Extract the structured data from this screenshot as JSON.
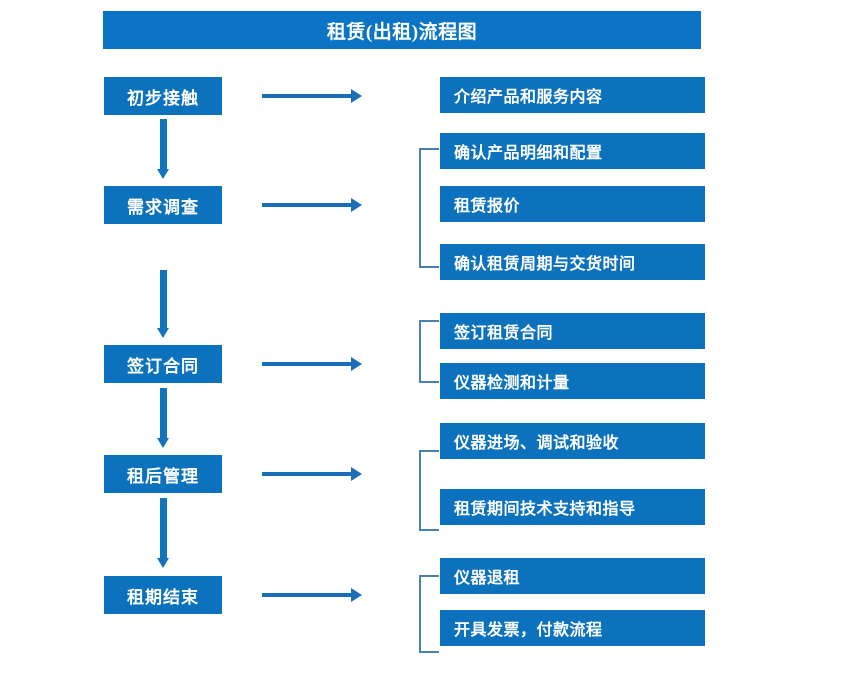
{
  "chart_data": {
    "type": "diagram",
    "title": "租赁(出租)流程图",
    "diagram_kind": "flowchart",
    "orientation": "vertical-stages-with-branches"
  },
  "header": {
    "title": "租赁(出租)流程图",
    "background_color": "#0b74c4",
    "text_color": "#ffffff"
  },
  "colors": {
    "box_blue": "#0d72bd",
    "title_blue": "#0b74c4",
    "arrow_blue": "#1a6eb8",
    "vertical_arrow_blue": "#1274bd",
    "bracket_blue": "#4a7eb5",
    "text_white": "#ffffff",
    "background": "#ffffff"
  },
  "stages": [
    {
      "id": "stage-1",
      "label": "初步接触"
    },
    {
      "id": "stage-2",
      "label": "需求调查"
    },
    {
      "id": "stage-3",
      "label": "签订合同"
    },
    {
      "id": "stage-4",
      "label": "租后管理"
    },
    {
      "id": "stage-5",
      "label": "租期结束"
    }
  ],
  "groups": [
    {
      "id": "group-1",
      "stage": "初步接触",
      "bracketed": false,
      "details": [
        {
          "label": "介绍产品和服务内容"
        }
      ]
    },
    {
      "id": "group-2",
      "stage": "需求调查",
      "bracketed": true,
      "details": [
        {
          "label": "确认产品明细和配置"
        },
        {
          "label": "租赁报价"
        },
        {
          "label": "确认租赁周期与交货时间"
        }
      ]
    },
    {
      "id": "group-3",
      "stage": "签订合同",
      "bracketed": true,
      "details": [
        {
          "label": "签订租赁合同"
        },
        {
          "label": "仪器检测和计量"
        }
      ]
    },
    {
      "id": "group-4",
      "stage": "租后管理",
      "bracketed": true,
      "details": [
        {
          "label": "仪器进场、调试和验收"
        },
        {
          "label": "租赁期间技术支持和指导"
        }
      ]
    },
    {
      "id": "group-5",
      "stage": "租期结束",
      "bracketed": true,
      "details": [
        {
          "label": "仪器退租"
        },
        {
          "label": "开具发票，付款流程"
        }
      ]
    }
  ],
  "connectors": {
    "vertical_arrow_icon": "arrow-down-icon",
    "horizontal_arrow_icon": "arrow-right-icon",
    "bracket_icon": "group-bracket-icon",
    "vertical_count": 4,
    "horizontal_count": 5
  }
}
